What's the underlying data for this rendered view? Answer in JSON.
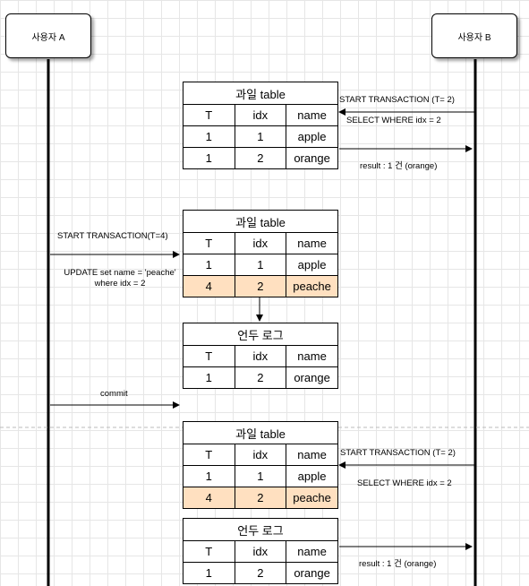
{
  "actors": {
    "a": "사용자 A",
    "b": "사용자 B"
  },
  "table_headers": {
    "t": "T",
    "idx": "idx",
    "name": "name"
  },
  "tables": [
    {
      "title": "과일 table",
      "rows": [
        [
          "1",
          "1",
          "apple"
        ],
        [
          "1",
          "2",
          "orange"
        ]
      ]
    },
    {
      "title": "과일 table",
      "rows": [
        [
          "1",
          "1",
          "apple"
        ],
        [
          "4",
          "2",
          "peache"
        ]
      ]
    },
    {
      "title": "언두 로그",
      "rows": [
        [
          "1",
          "2",
          "orange"
        ]
      ]
    },
    {
      "title": "과일 table",
      "rows": [
        [
          "1",
          "1",
          "apple"
        ],
        [
          "4",
          "2",
          "peache"
        ]
      ]
    },
    {
      "title": "언두 로그",
      "rows": [
        [
          "1",
          "2",
          "orange"
        ]
      ]
    }
  ],
  "messages": {
    "b_start_1": "START TRANSACTION (T= 2)",
    "b_select_1": "SELECT WHERE idx = 2",
    "result_1": "result : 1 건 (orange)",
    "a_start": "START TRANSACTION(T=4)",
    "a_update_1": "UPDATE set name = 'peache'",
    "a_update_2": "where idx = 2",
    "a_commit": "commit",
    "b_start_2": "START TRANSACTION (T= 2)",
    "b_select_2": "SELECT WHERE idx = 2",
    "result_2": "result : 1 건 (orange)"
  },
  "colors": {
    "highlight": "#ffe0c0",
    "grid": "#e6e6e6",
    "line": "#000000"
  }
}
